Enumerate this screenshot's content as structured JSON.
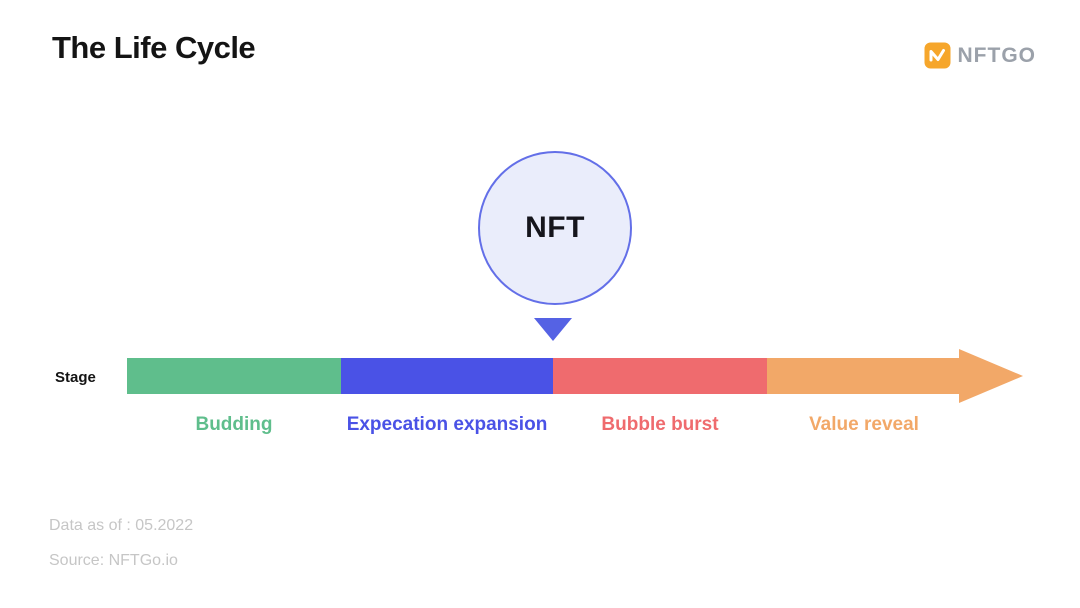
{
  "page": {
    "title": "The Life Cycle",
    "footer": {
      "data_as_of": "Data as of : 05.2022",
      "source": "Source: NFTGo.io"
    }
  },
  "logo": {
    "text": "NFTGO",
    "icon_color": "#F6A62B",
    "text_color": "#9BA1AA"
  },
  "diagram": {
    "bubble_label": "NFT",
    "bubble_fill": "#EAEDFB",
    "bubble_border": "#636FE8",
    "marker_color": "#5562E4",
    "stage_axis_label": "Stage",
    "stages": [
      {
        "label": "Budding",
        "color": "#5FBE8C"
      },
      {
        "label": "Expecation expansion",
        "color": "#4A52E6"
      },
      {
        "label": "Bubble burst",
        "color": "#EF6B6E"
      },
      {
        "label": "Value reveal",
        "color": "#F2A868"
      }
    ]
  }
}
